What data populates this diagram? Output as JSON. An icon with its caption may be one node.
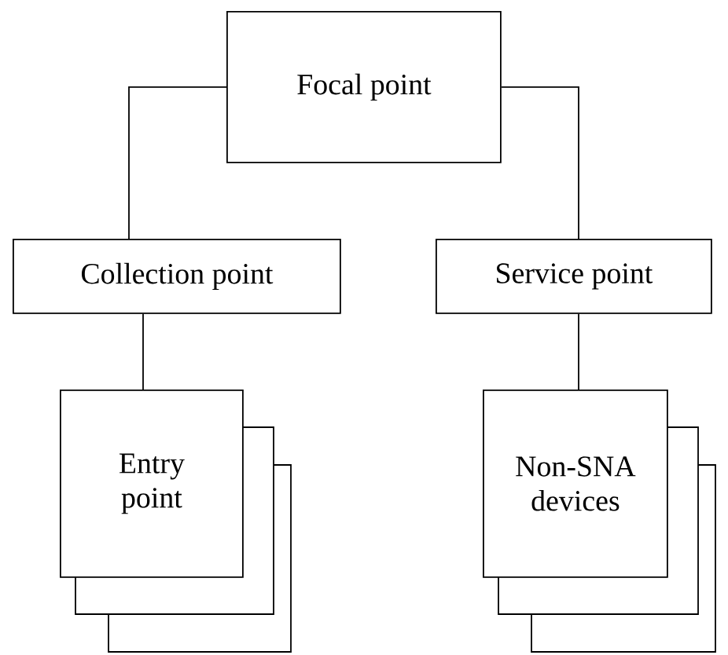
{
  "diagram": {
    "nodes": [
      {
        "text": [
          "Focal point"
        ]
      },
      {
        "text": [
          "Collection point"
        ]
      },
      {
        "text": [
          "Service point"
        ]
      },
      {
        "text": [
          "Entry point"
        ]
      },
      {
        "text": [
          "Non-SNA devices"
        ]
      }
    ],
    "edges": [
      {
        "from": 0,
        "to": 1,
        "arrow": "none"
      },
      {
        "from": 0,
        "to": 2,
        "arrow": "none"
      },
      {
        "from": 1,
        "to": 3,
        "arrow": "none"
      },
      {
        "from": 2,
        "to": 4,
        "arrow": "none"
      }
    ]
  }
}
